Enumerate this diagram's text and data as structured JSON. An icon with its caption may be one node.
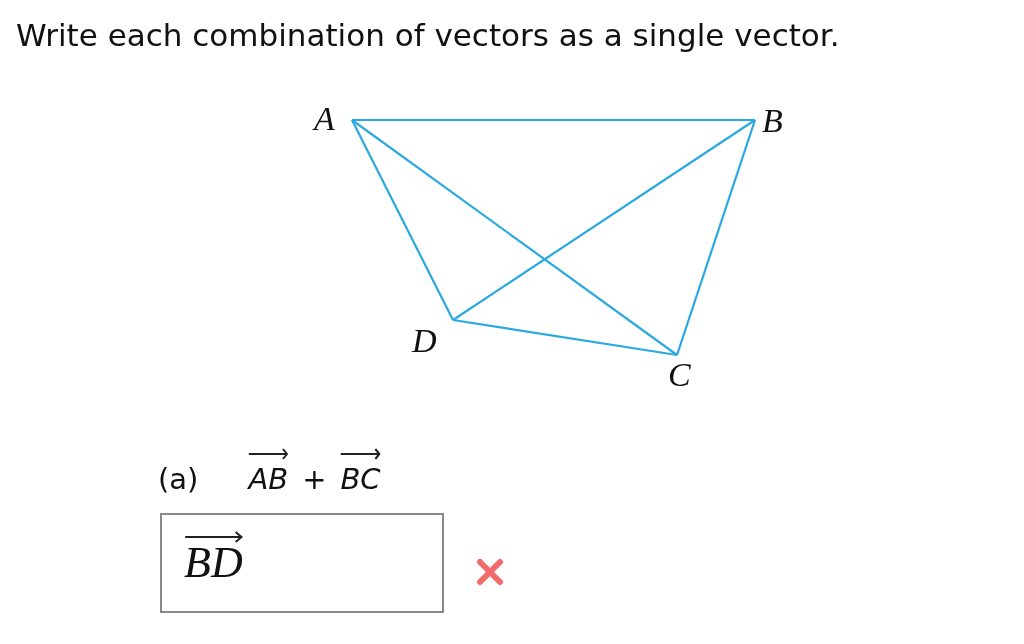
{
  "diagram": {
    "title": "Write each combination of vectors as a single vector.",
    "nodes": [
      {
        "text": [
          "A"
        ]
      },
      {
        "text": [
          "B"
        ]
      },
      {
        "text": [
          "C"
        ]
      },
      {
        "text": [
          "D"
        ]
      }
    ],
    "edges": [
      {
        "from": 0,
        "to": 1,
        "arrow": "none"
      },
      {
        "from": 0,
        "to": 3,
        "arrow": "none"
      },
      {
        "from": 0,
        "to": 2,
        "arrow": "none"
      },
      {
        "from": 1,
        "to": 3,
        "arrow": "none"
      },
      {
        "from": 1,
        "to": 2,
        "arrow": "none"
      },
      {
        "from": 3,
        "to": 2,
        "arrow": "none"
      }
    ],
    "labels": [
      "(a)",
      "AB",
      "+",
      "BC",
      "BD"
    ]
  }
}
